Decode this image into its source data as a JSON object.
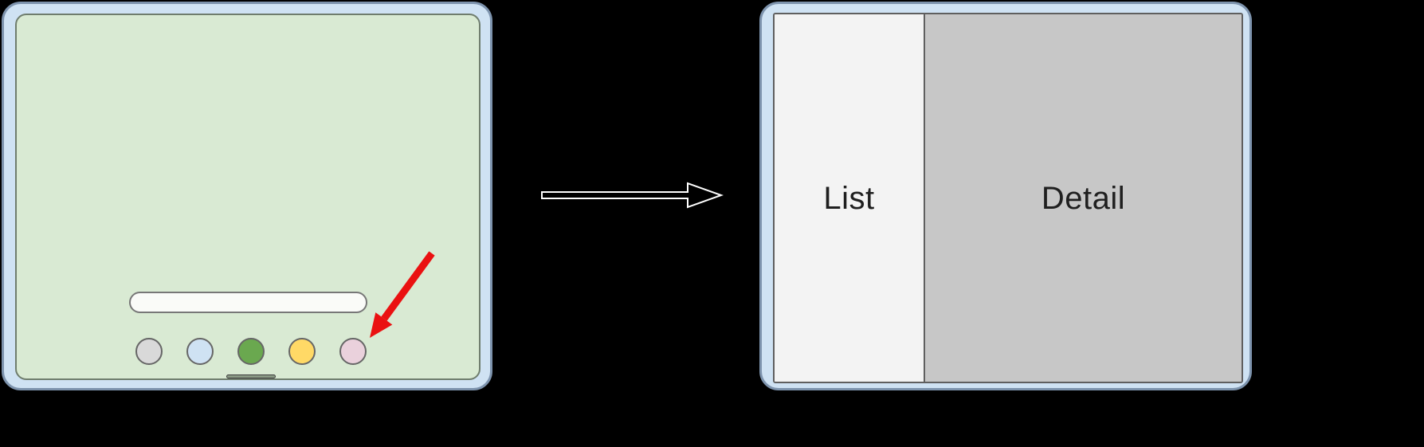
{
  "canvas": {
    "background": "#000000"
  },
  "before_device": {
    "frame_color": "#cfe2f3",
    "screen_color": "#d9ead3",
    "search_bar": {
      "fill": "#fafbf8",
      "value": "",
      "placeholder": ""
    },
    "dock": {
      "icons": [
        {
          "name": "app-icon-gray",
          "color": "#d9d9d9"
        },
        {
          "name": "app-icon-blue",
          "color": "#cfe2f3"
        },
        {
          "name": "app-icon-green",
          "color": "#6aa84f"
        },
        {
          "name": "app-icon-yellow",
          "color": "#ffd966"
        },
        {
          "name": "app-icon-pink",
          "color": "#ead1dc"
        }
      ]
    },
    "home_indicator_color": "#8a9a85",
    "tap_arrow_color": "#ea1111"
  },
  "transition": {
    "arrow_stroke": "#ffffff",
    "arrow_fill": "#000000"
  },
  "after_device": {
    "frame_color": "#cfe2f3",
    "panes": {
      "list": {
        "label": "List",
        "background": "#f3f3f3"
      },
      "detail": {
        "label": "Detail",
        "background": "#c7c7c7"
      },
      "text_color": "#1f1f1f"
    }
  }
}
